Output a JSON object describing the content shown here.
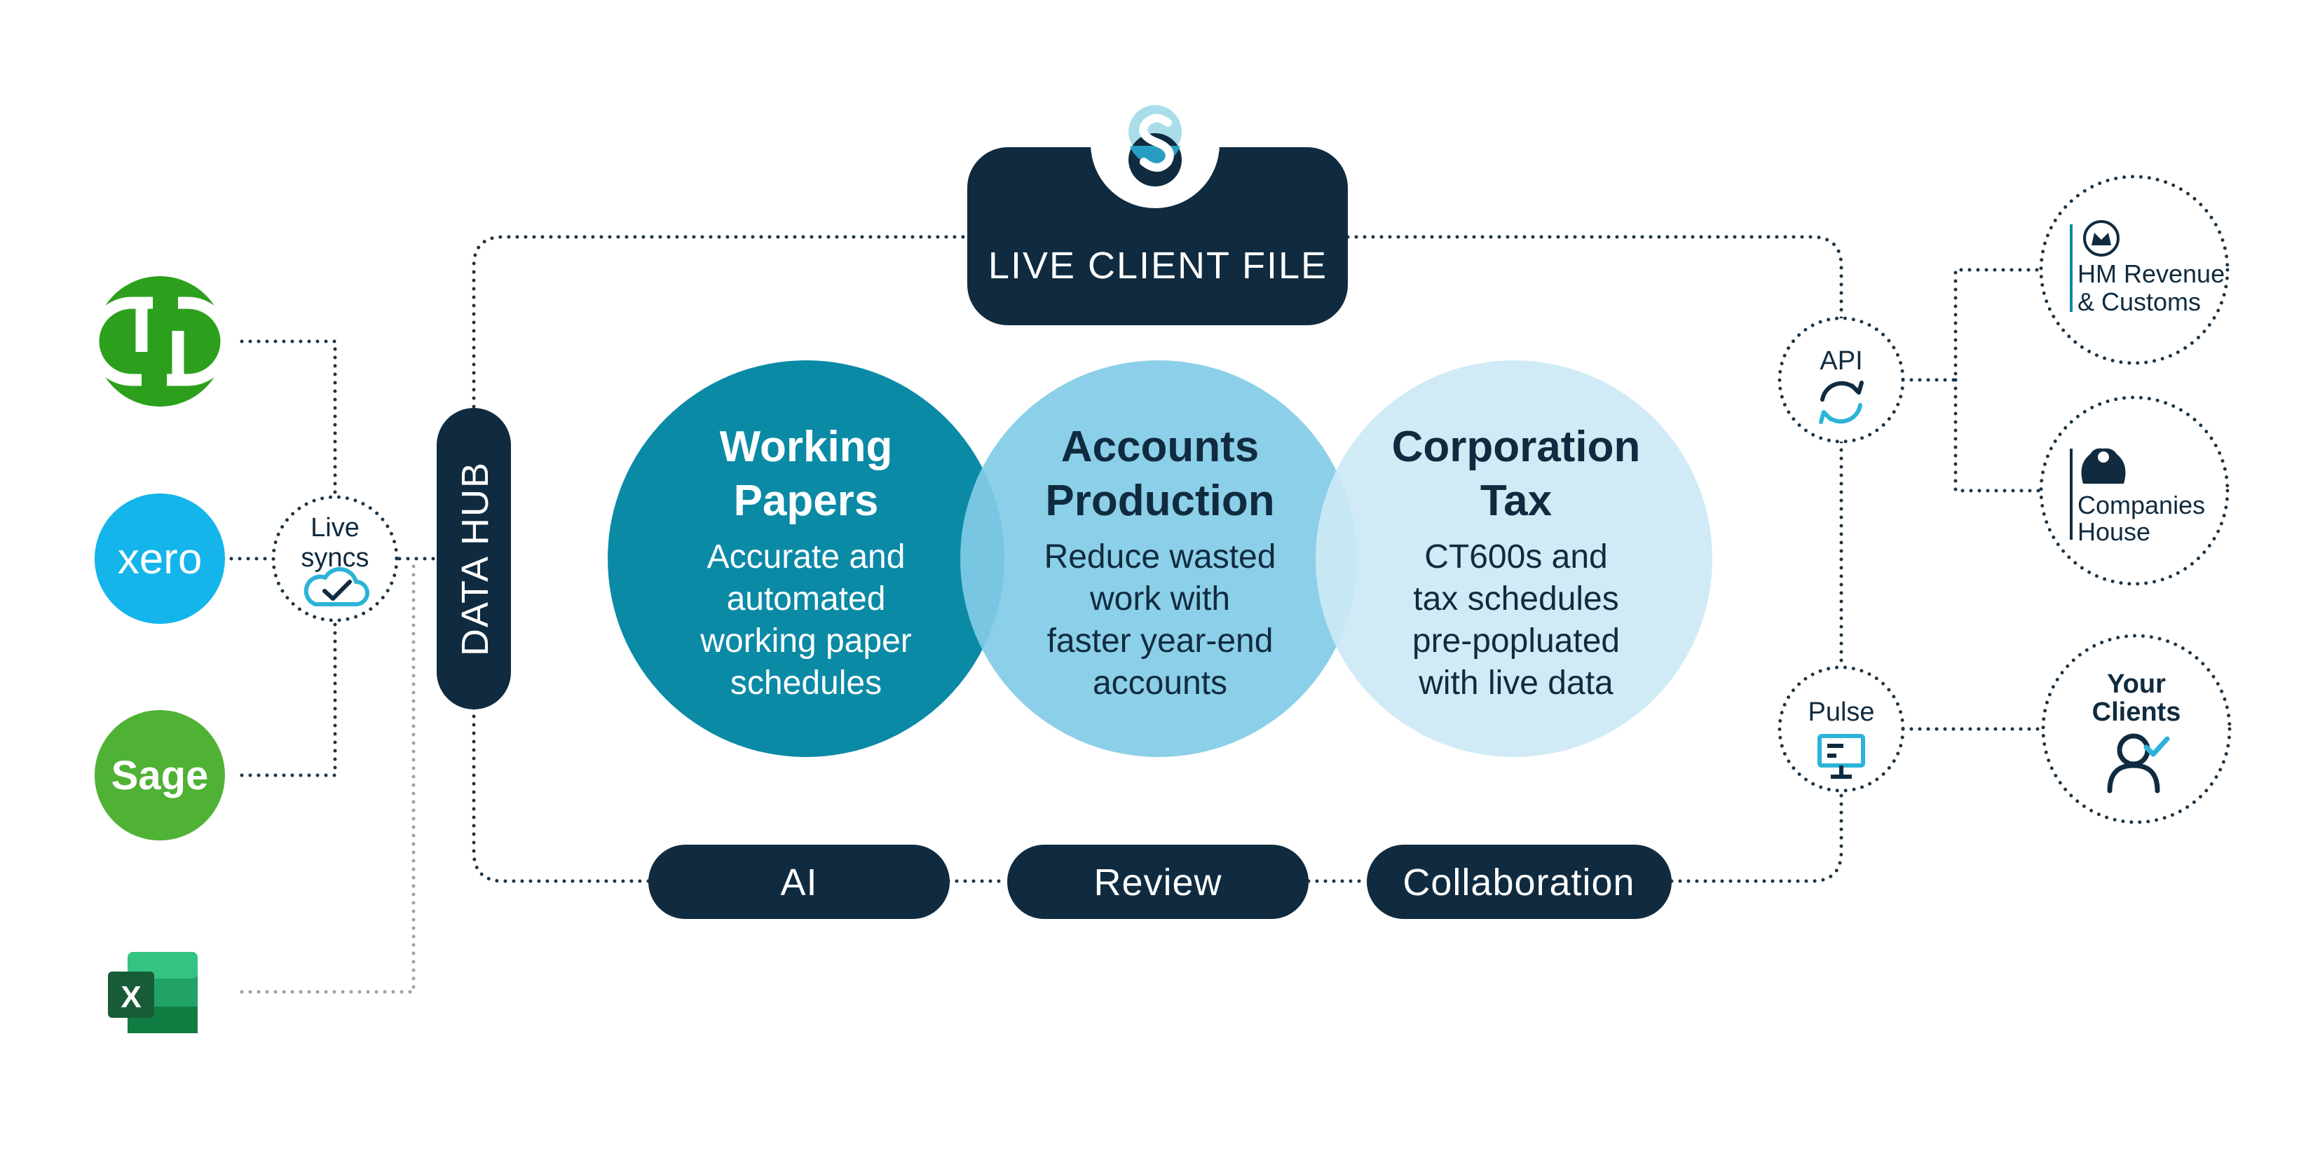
{
  "header": {
    "title": "LIVE CLIENT FILE"
  },
  "hub": {
    "label": "DATA HUB"
  },
  "sources": {
    "quickbooks": {
      "icon": "quickbooks-logo-icon",
      "color": "#2ca01c"
    },
    "xero": {
      "text": "xero",
      "color": "#13b5ea"
    },
    "sage": {
      "text": "Sage",
      "color": "#4fb235"
    },
    "excel": {
      "letter": "X",
      "icon": "excel-logo-icon",
      "color": "#1d6f42"
    }
  },
  "live_syncs": {
    "line1": "Live",
    "line2": "syncs",
    "icon": "cloud-check-icon"
  },
  "modules": [
    {
      "title_line1": "Working",
      "title_line2": "Papers",
      "body": [
        "Accurate and",
        "automated",
        "working paper",
        "schedules"
      ],
      "color": "#0b8aa6"
    },
    {
      "title_line1": "Accounts",
      "title_line2": "Production",
      "body": [
        "Reduce wasted",
        "work with",
        "faster year-end",
        "accounts"
      ],
      "color": "#82cbe6"
    },
    {
      "title_line1": "Corporation",
      "title_line2": "Tax",
      "body": [
        "CT600s and",
        "tax schedules",
        "pre-popluated",
        "with live data"
      ],
      "color": "#cce9f5"
    }
  ],
  "features": [
    {
      "label": "AI"
    },
    {
      "label": "Review"
    },
    {
      "label": "Collaboration"
    }
  ],
  "api": {
    "label": "API",
    "icon": "sync-arrows-icon"
  },
  "pulse": {
    "label": "Pulse",
    "icon": "presentation-board-icon"
  },
  "destinations": {
    "hmrc": {
      "line1": "HM Revenue",
      "line2": "& Customs",
      "icon": "crown-icon"
    },
    "companies_house": {
      "line1": "Companies",
      "line2": "House",
      "icon": "royal-crest-icon"
    },
    "your_clients": {
      "line1": "Your",
      "line2": "Clients",
      "icon": "person-check-icon"
    }
  },
  "colors": {
    "navy": "#102b3f",
    "accent": "#2bb3d8",
    "accent_light": "#a9dde9"
  }
}
